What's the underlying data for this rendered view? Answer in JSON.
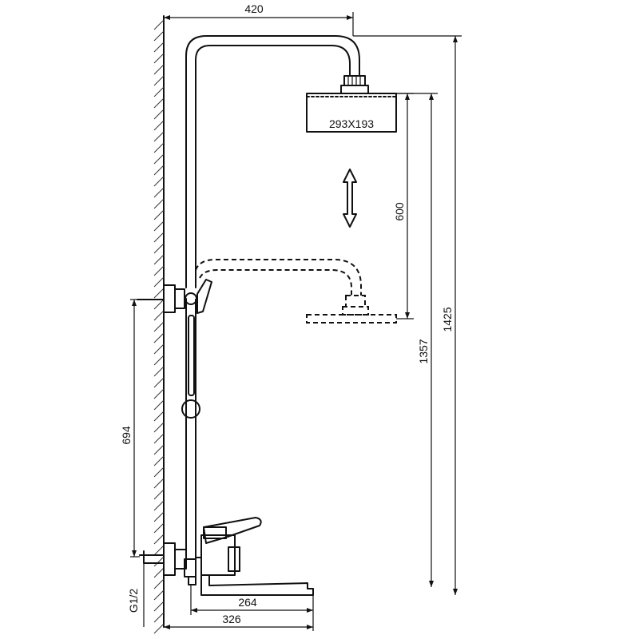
{
  "diagram": {
    "head_size_label": "293X193",
    "dimensions": {
      "top_width": "420",
      "slide_travel": "600",
      "total_height": "1425",
      "inlet_to_head": "1357",
      "handshower_height": "694",
      "spout_reach": "264",
      "overall_depth": "326",
      "thread": "G1/2"
    }
  }
}
